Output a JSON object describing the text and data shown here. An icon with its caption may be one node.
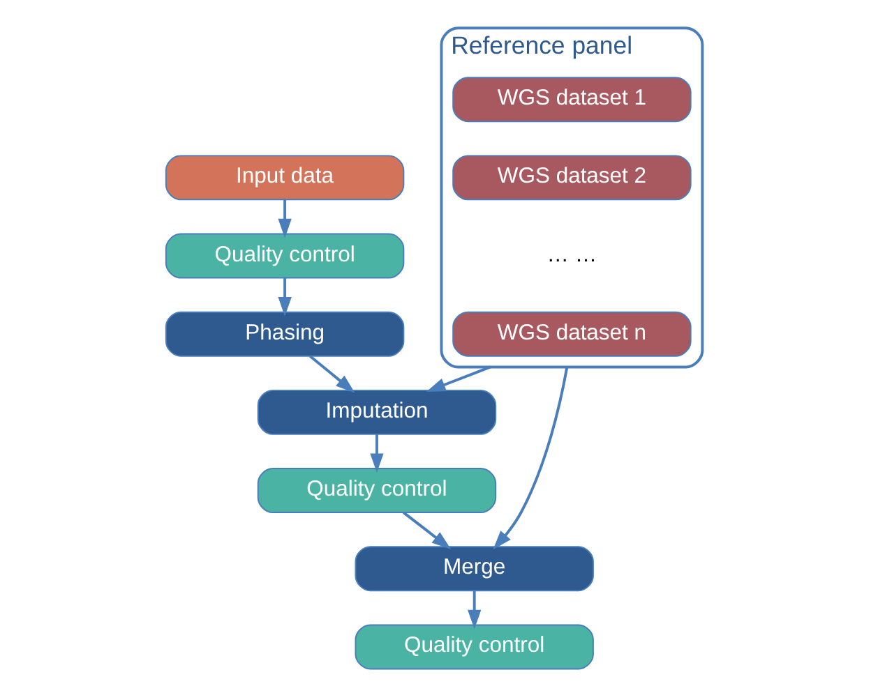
{
  "diagram": {
    "nodes": [
      {
        "text": [
          "Input data"
        ]
      },
      {
        "text": [
          "Quality control"
        ]
      },
      {
        "text": [
          "Phasing"
        ]
      },
      {
        "text": [
          "Imputation"
        ]
      },
      {
        "text": [
          "Quality control"
        ]
      },
      {
        "text": [
          "Reference panel"
        ]
      },
      {
        "text": [
          "WGS dataset 1"
        ],
        "in": 5
      },
      {
        "text": [
          "WGS dataset 2"
        ],
        "in": 5
      },
      {
        "text": [
          "WGS dataset n"
        ],
        "in": 5
      },
      {
        "text": [
          "Merge"
        ]
      },
      {
        "text": [
          "Quality control"
        ]
      }
    ],
    "edges": [
      {
        "from": 0,
        "to": 1,
        "arrow": "to"
      },
      {
        "from": 1,
        "to": 2,
        "arrow": "to"
      },
      {
        "from": 2,
        "to": 3,
        "arrow": "to"
      },
      {
        "from": 5,
        "to": 3,
        "arrow": "to"
      },
      {
        "from": 3,
        "to": 4,
        "arrow": "to"
      },
      {
        "from": 4,
        "to": 9,
        "arrow": "to"
      },
      {
        "from": 5,
        "to": 9,
        "arrow": "to"
      },
      {
        "from": 9,
        "to": 10,
        "arrow": "to"
      }
    ],
    "labels": [
      "… …"
    ]
  }
}
